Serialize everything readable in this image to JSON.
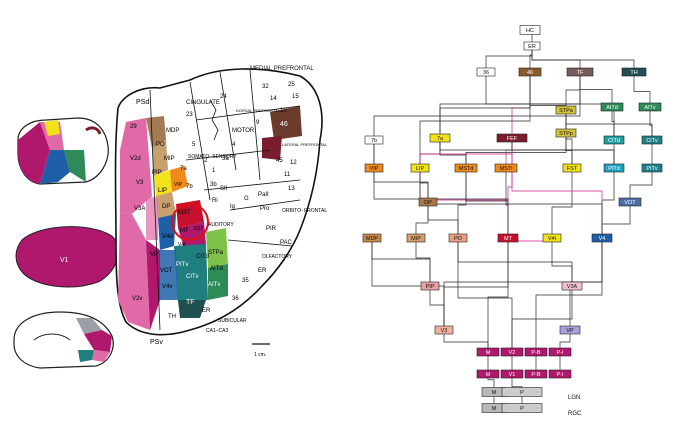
{
  "colors": {
    "frontal": "#7a1e2e",
    "red": "#c8102e",
    "magenta": "#b0186e",
    "pink": "#e06aa8",
    "blue": "#1f5fa8",
    "green": "#2e8b57",
    "teal": "#1f7f7f",
    "brown": "#8b5a2b",
    "orange": "#f08a1c",
    "yellow": "#f2e21a",
    "lime": "#9ccc2a",
    "gray": "#9aa0a6"
  },
  "left_panel": {
    "labels": {
      "medial_prefrontal": "MEDIAL PREFRONTAL",
      "n32": "32",
      "n25": "25",
      "n24": "24",
      "n14": "14",
      "n15": "15",
      "cingulate": "CINGULATE",
      "n23": "23",
      "dorsal_prefrontal": "DORSAL PREFRONTAL",
      "n10": "10",
      "n9": "9",
      "motor": "MOTOR",
      "n4": "4",
      "n46": "46",
      "lateral_prefrontal": "LATERAL PREFRONTAL",
      "n45": "45",
      "n12": "12",
      "n11": "11",
      "n13": "13",
      "orbito_frontal": "ORBITO- FRONTAL",
      "psd": "PSd",
      "n29": "29",
      "mdp": "MDP",
      "po": "PO",
      "mip": "MIP",
      "v2d": "V2d",
      "v3": "V3",
      "somato_sensory": "SOMATO- SENSORY",
      "n5": "5",
      "n7a": "7a",
      "n7b": "7b",
      "n1": "1",
      "n2": "2",
      "n3a": "3a",
      "n3b": "3b",
      "sii": "SII",
      "ri": "Ri",
      "ig": "Ig",
      "g": "G",
      "pall": "PaII",
      "pro": "Pro",
      "pir": "PIR",
      "pac": "PAC",
      "olfactory": "OLFACTORY",
      "pip": "PIP",
      "lip": "LIP",
      "vip": "VIP",
      "dp": "DP",
      "v3a": "V3A",
      "mst": "MST",
      "mt": "MT",
      "fst": "FST",
      "auditory": "AUDITORY",
      "stpa": "STPa",
      "v4d": "V4d",
      "v4t": "V4t",
      "cit_d": "CITd",
      "ait_d": "AITd",
      "pit_v": "PITv",
      "cit_v": "CITv",
      "ait_v": "AITv",
      "v1": "V1",
      "vp": "VP",
      "vot": "VOT",
      "v4v": "V4v",
      "v2v": "V2v",
      "tf": "TF",
      "n36": "36",
      "n35": "35",
      "er": "ER",
      "th": "TH",
      "subicular": "SUBICULAR",
      "ca1_ca3": "CA1–CA3",
      "psv": "PSv",
      "scale": "1 cm."
    }
  },
  "right_panel": {
    "nodes": {
      "HC": "HC",
      "ER": "ER",
      "n36": "36",
      "n46": "46",
      "TF": "TF",
      "TH": "TH",
      "STPa": "STPa",
      "AITd": "AITd",
      "AITv": "AITv",
      "n7b": "7b",
      "n7a": "7a",
      "FEF": "FEF",
      "STPp": "STPp",
      "CITd": "CITd",
      "CITv": "CITv",
      "VIP": "VIP",
      "LIP": "LIP",
      "MSTd": "MSTd",
      "MSTl": "MSTl",
      "FST": "FST",
      "PITd": "PITd",
      "PITv": "PITv",
      "DP": "DP",
      "VOT": "VOT",
      "MDP": "MDP",
      "MIP": "MIP",
      "PO": "PO",
      "MT": "MT",
      "V4t": "V4t",
      "V4": "V4",
      "PIP": "PIP",
      "V3A": "V3A",
      "V3": "V3",
      "VP": "VP",
      "V2_M": "M",
      "V2": "V2",
      "V2_PB": "P-B",
      "V2_PI": "P-I",
      "V1_M": "M",
      "V1": "V1",
      "V1_PB": "P-B",
      "V1_PI": "P-I",
      "LGN_M": "M",
      "LGN_P": "P",
      "LGN": "LGN",
      "RGC_M": "M",
      "RGC_P": "P",
      "RGC": "RGC"
    }
  }
}
